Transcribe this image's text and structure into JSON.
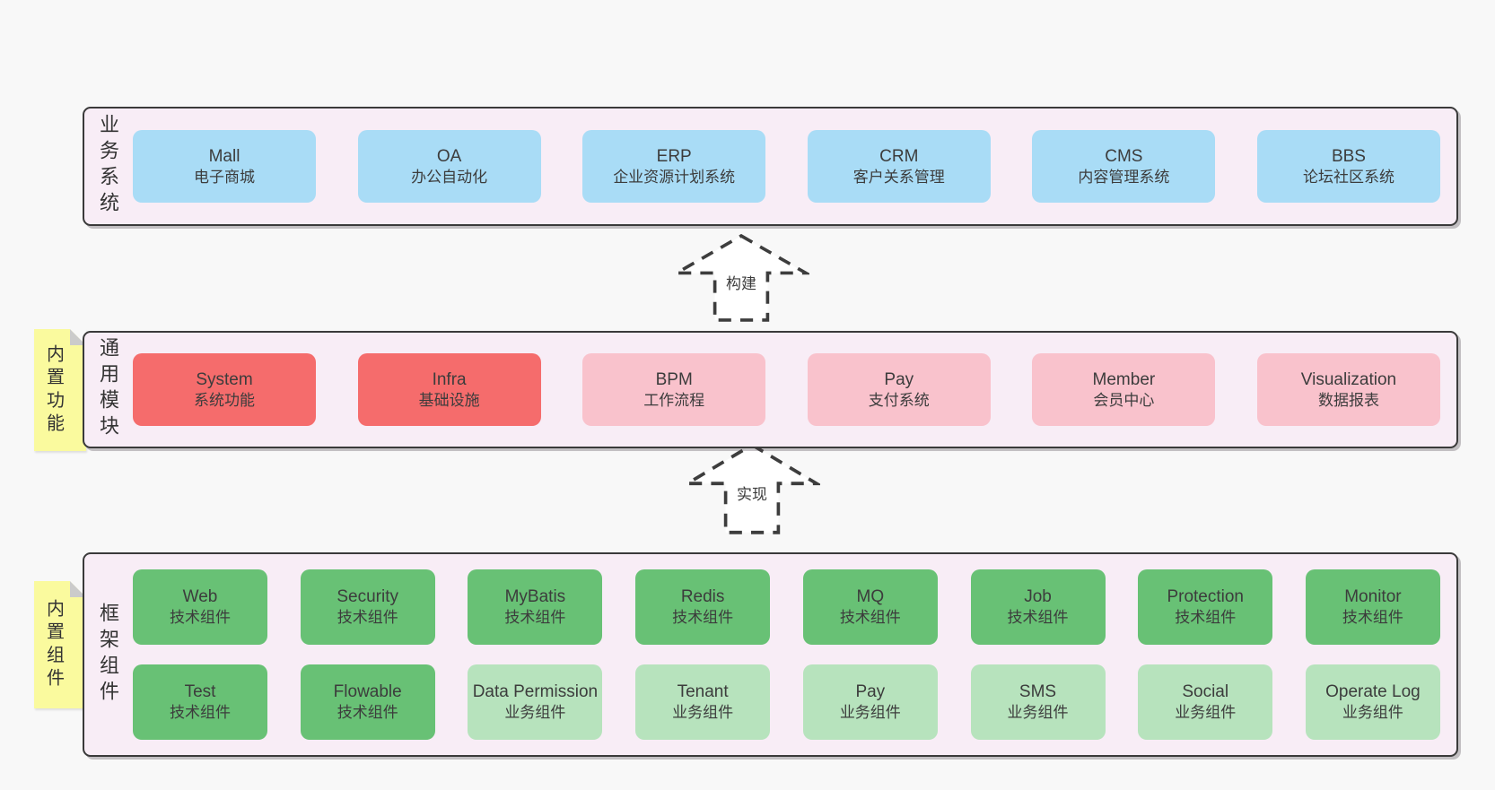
{
  "colors": {
    "page_bg": "#f8f8f8",
    "band_bg": "#f8edf6",
    "band_border": "#3a3a3a",
    "blue_box": "#a9dcf6",
    "red_box": "#f56c6c",
    "pink_box": "#f9c2cc",
    "green_dark_box": "#68c175",
    "green_light_box": "#b7e3bd",
    "sticky_note": "#fafa9e",
    "text": "#3c3c3c"
  },
  "arrows": [
    {
      "label": "构建"
    },
    {
      "label": "实现"
    }
  ],
  "bands": [
    {
      "label": "业务系统",
      "boxes": [
        {
          "name": "Mall",
          "desc": "电子商城"
        },
        {
          "name": "OA",
          "desc": "办公自动化"
        },
        {
          "name": "ERP",
          "desc": "企业资源计划系统"
        },
        {
          "name": "CRM",
          "desc": "客户关系管理"
        },
        {
          "name": "CMS",
          "desc": "内容管理系统"
        },
        {
          "name": "BBS",
          "desc": "论坛社区系统"
        }
      ]
    },
    {
      "label": "通用模块",
      "sticky": "内置功能",
      "boxes": [
        {
          "name": "System",
          "desc": "系统功能"
        },
        {
          "name": "Infra",
          "desc": "基础设施"
        },
        {
          "name": "BPM",
          "desc": "工作流程"
        },
        {
          "name": "Pay",
          "desc": "支付系统"
        },
        {
          "name": "Member",
          "desc": "会员中心"
        },
        {
          "name": "Visualization",
          "desc": "数据报表"
        }
      ]
    },
    {
      "label": "框架组件",
      "sticky": "内置组件",
      "row1": [
        {
          "name": "Web",
          "desc": "技术组件"
        },
        {
          "name": "Security",
          "desc": "技术组件"
        },
        {
          "name": "MyBatis",
          "desc": "技术组件"
        },
        {
          "name": "Redis",
          "desc": "技术组件"
        },
        {
          "name": "MQ",
          "desc": "技术组件"
        },
        {
          "name": "Job",
          "desc": "技术组件"
        },
        {
          "name": "Protection",
          "desc": "技术组件"
        },
        {
          "name": "Monitor",
          "desc": "技术组件"
        }
      ],
      "row2": [
        {
          "name": "Test",
          "desc": "技术组件"
        },
        {
          "name": "Flowable",
          "desc": "技术组件"
        },
        {
          "name": "Data Permission",
          "desc": "业务组件"
        },
        {
          "name": "Tenant",
          "desc": "业务组件"
        },
        {
          "name": "Pay",
          "desc": "业务组件"
        },
        {
          "name": "SMS",
          "desc": "业务组件"
        },
        {
          "name": "Social",
          "desc": "业务组件"
        },
        {
          "name": "Operate Log",
          "desc": "业务组件"
        }
      ]
    }
  ]
}
